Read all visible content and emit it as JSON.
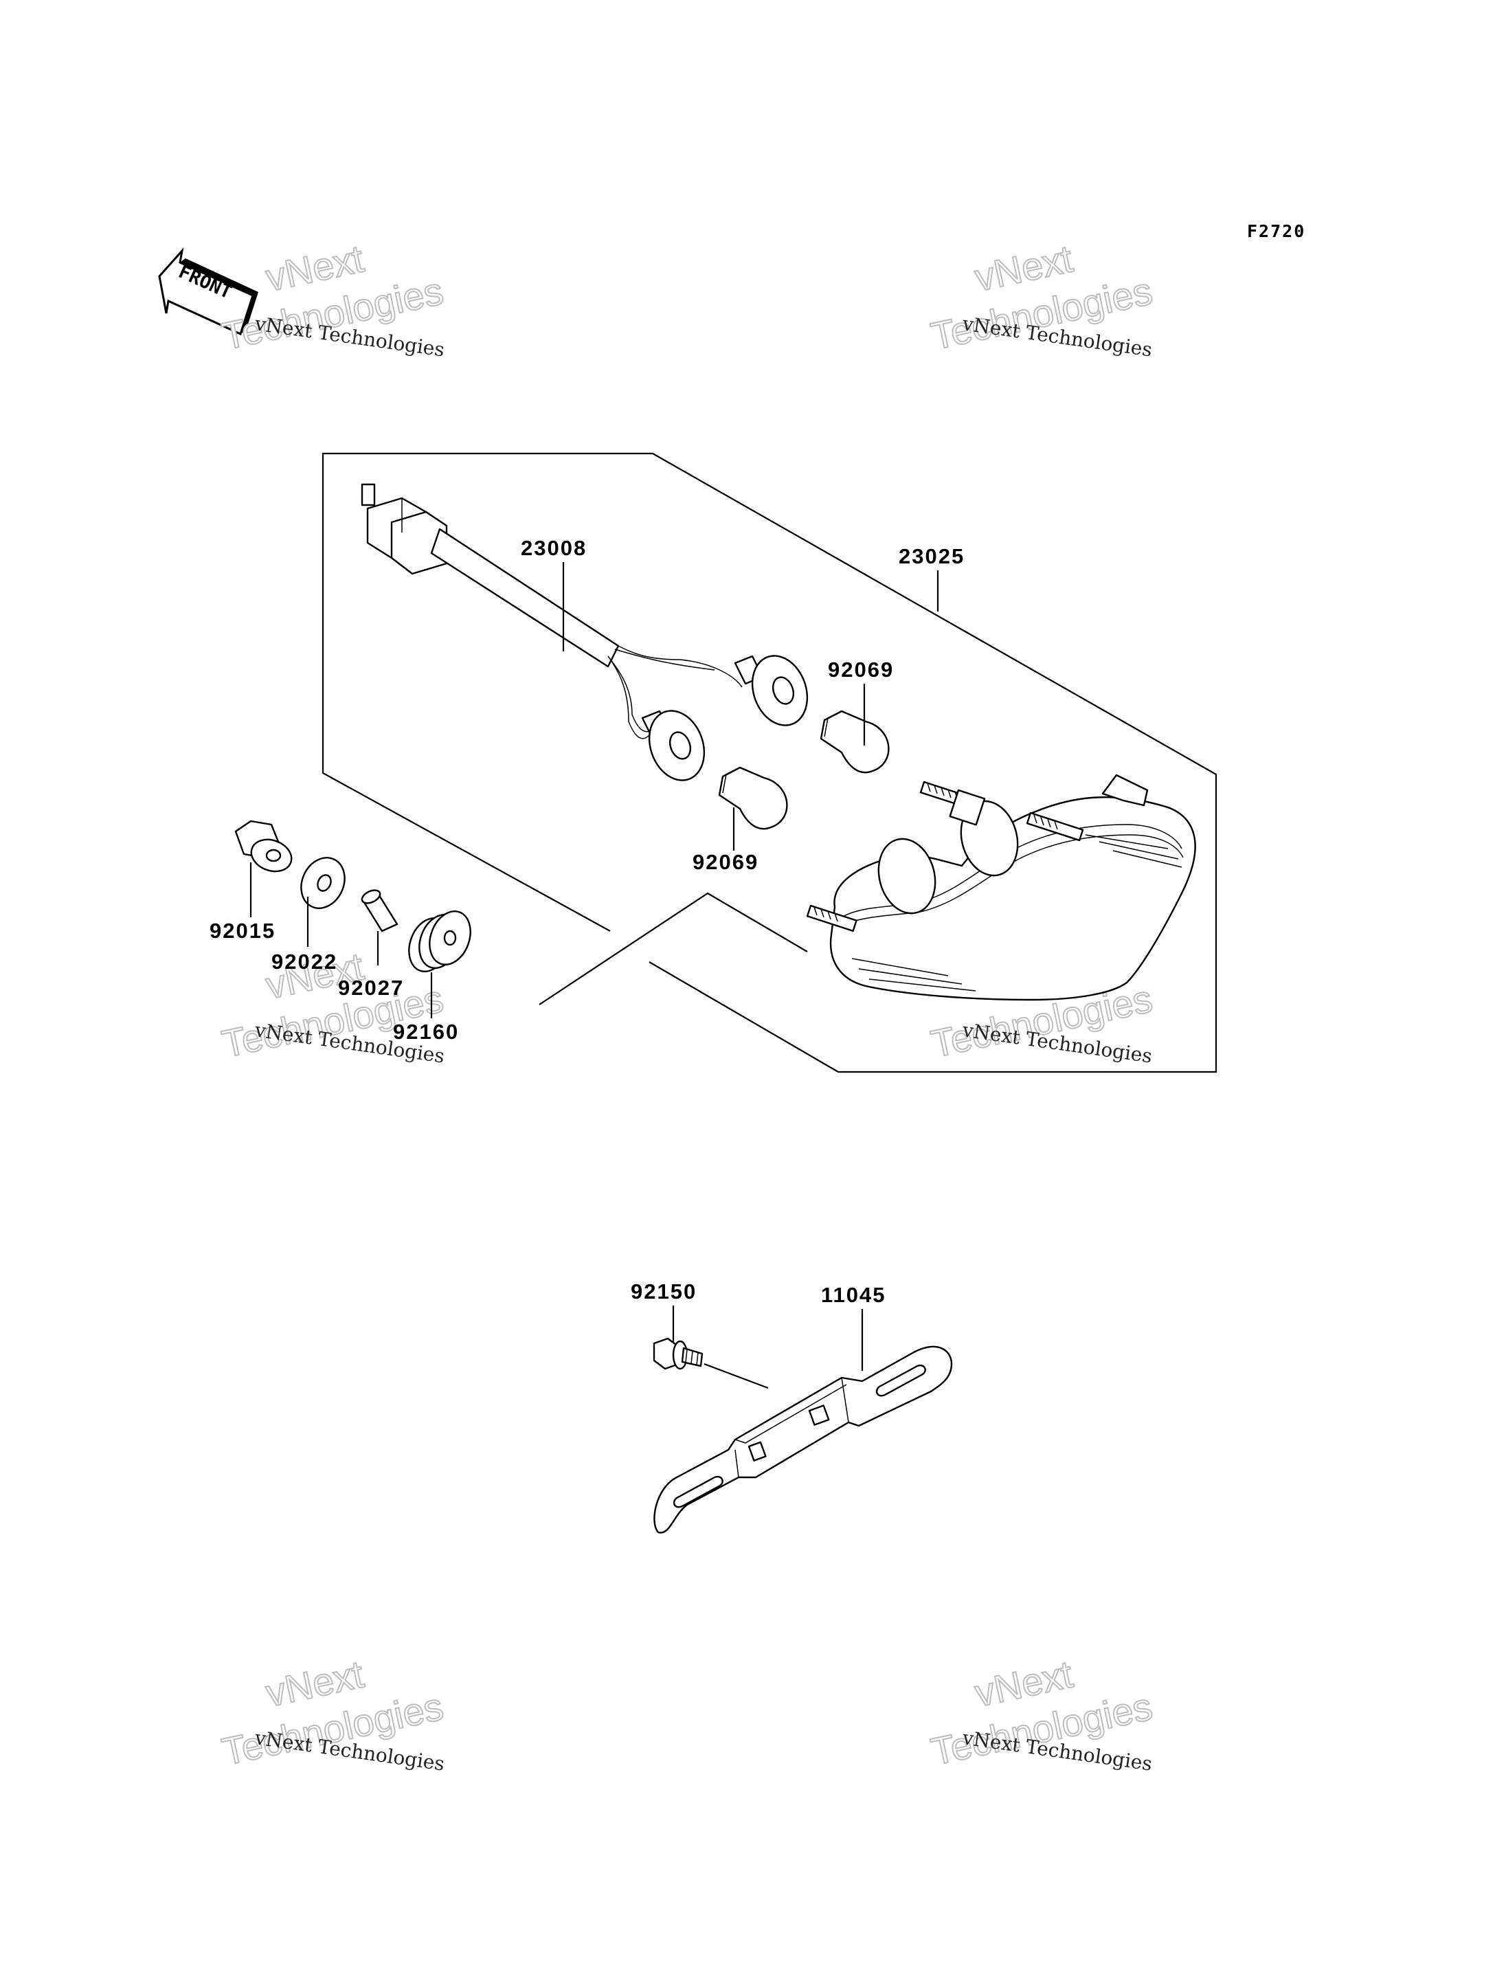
{
  "figure_id": "F2720",
  "front_label": "FRONT",
  "watermarks": [
    {
      "line1": "vNext",
      "line2": "Technologies",
      "caption": "vNext Technologies"
    },
    {
      "line1": "vNext",
      "line2": "Technologies",
      "caption": "vNext Technologies"
    },
    {
      "line1": "vNext",
      "line2": "Technologies",
      "caption": "vNext Technologies"
    },
    {
      "line1": "vNext",
      "line2": "Technologies",
      "caption": "vNext Technologies"
    },
    {
      "line1": "vNext",
      "line2": "Technologies",
      "caption": "vNext Technologies"
    },
    {
      "line1": "vNext",
      "line2": "Technologies",
      "caption": "vNext Technologies"
    }
  ],
  "parts": [
    {
      "id": "wiring-harness",
      "number": "23008"
    },
    {
      "id": "tail-lamp-assembly",
      "number": "23025"
    },
    {
      "id": "bulb-upper",
      "number": "92069"
    },
    {
      "id": "bulb-lower",
      "number": "92069"
    },
    {
      "id": "nut",
      "number": "92015"
    },
    {
      "id": "washer",
      "number": "92022"
    },
    {
      "id": "collar",
      "number": "92027"
    },
    {
      "id": "grommet",
      "number": "92160"
    },
    {
      "id": "bolt",
      "number": "92150"
    },
    {
      "id": "bracket",
      "number": "11045"
    }
  ]
}
